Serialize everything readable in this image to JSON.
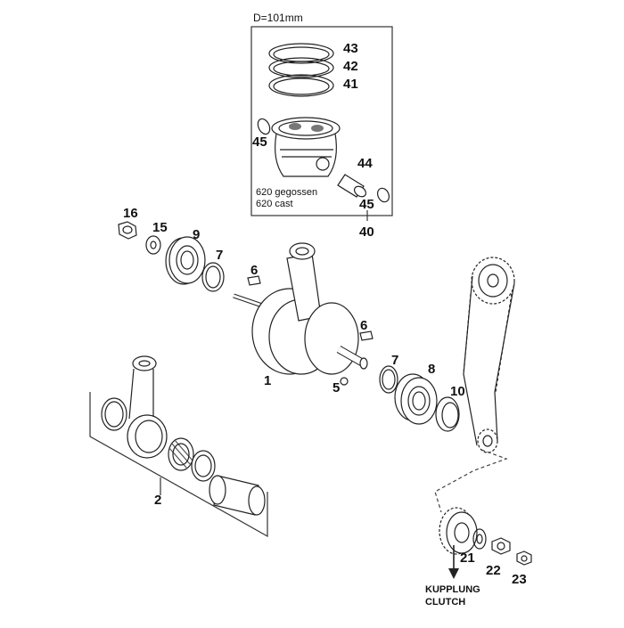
{
  "diagram": {
    "piston_box_title": "D=101mm",
    "piston_note_1": "620 gegossen",
    "piston_note_2": "620 cast",
    "clutch_label_1": "KUPPLUNG",
    "clutch_label_2": "CLUTCH",
    "part_labels": {
      "p43": "43",
      "p42": "42",
      "p41": "41",
      "p45a": "45",
      "p44": "44",
      "p45b": "45",
      "p40": "40",
      "p16": "16",
      "p15": "15",
      "p9": "9",
      "p7a": "7",
      "p6a": "6",
      "p6b": "6",
      "p1": "1",
      "p5": "5",
      "p7b": "7",
      "p8": "8",
      "p10": "10",
      "p2": "2",
      "p21": "21",
      "p22": "22",
      "p23": "23"
    }
  },
  "colors": {
    "line": "#222222",
    "fill": "#ffffff",
    "shade": "#bbbbbb"
  }
}
